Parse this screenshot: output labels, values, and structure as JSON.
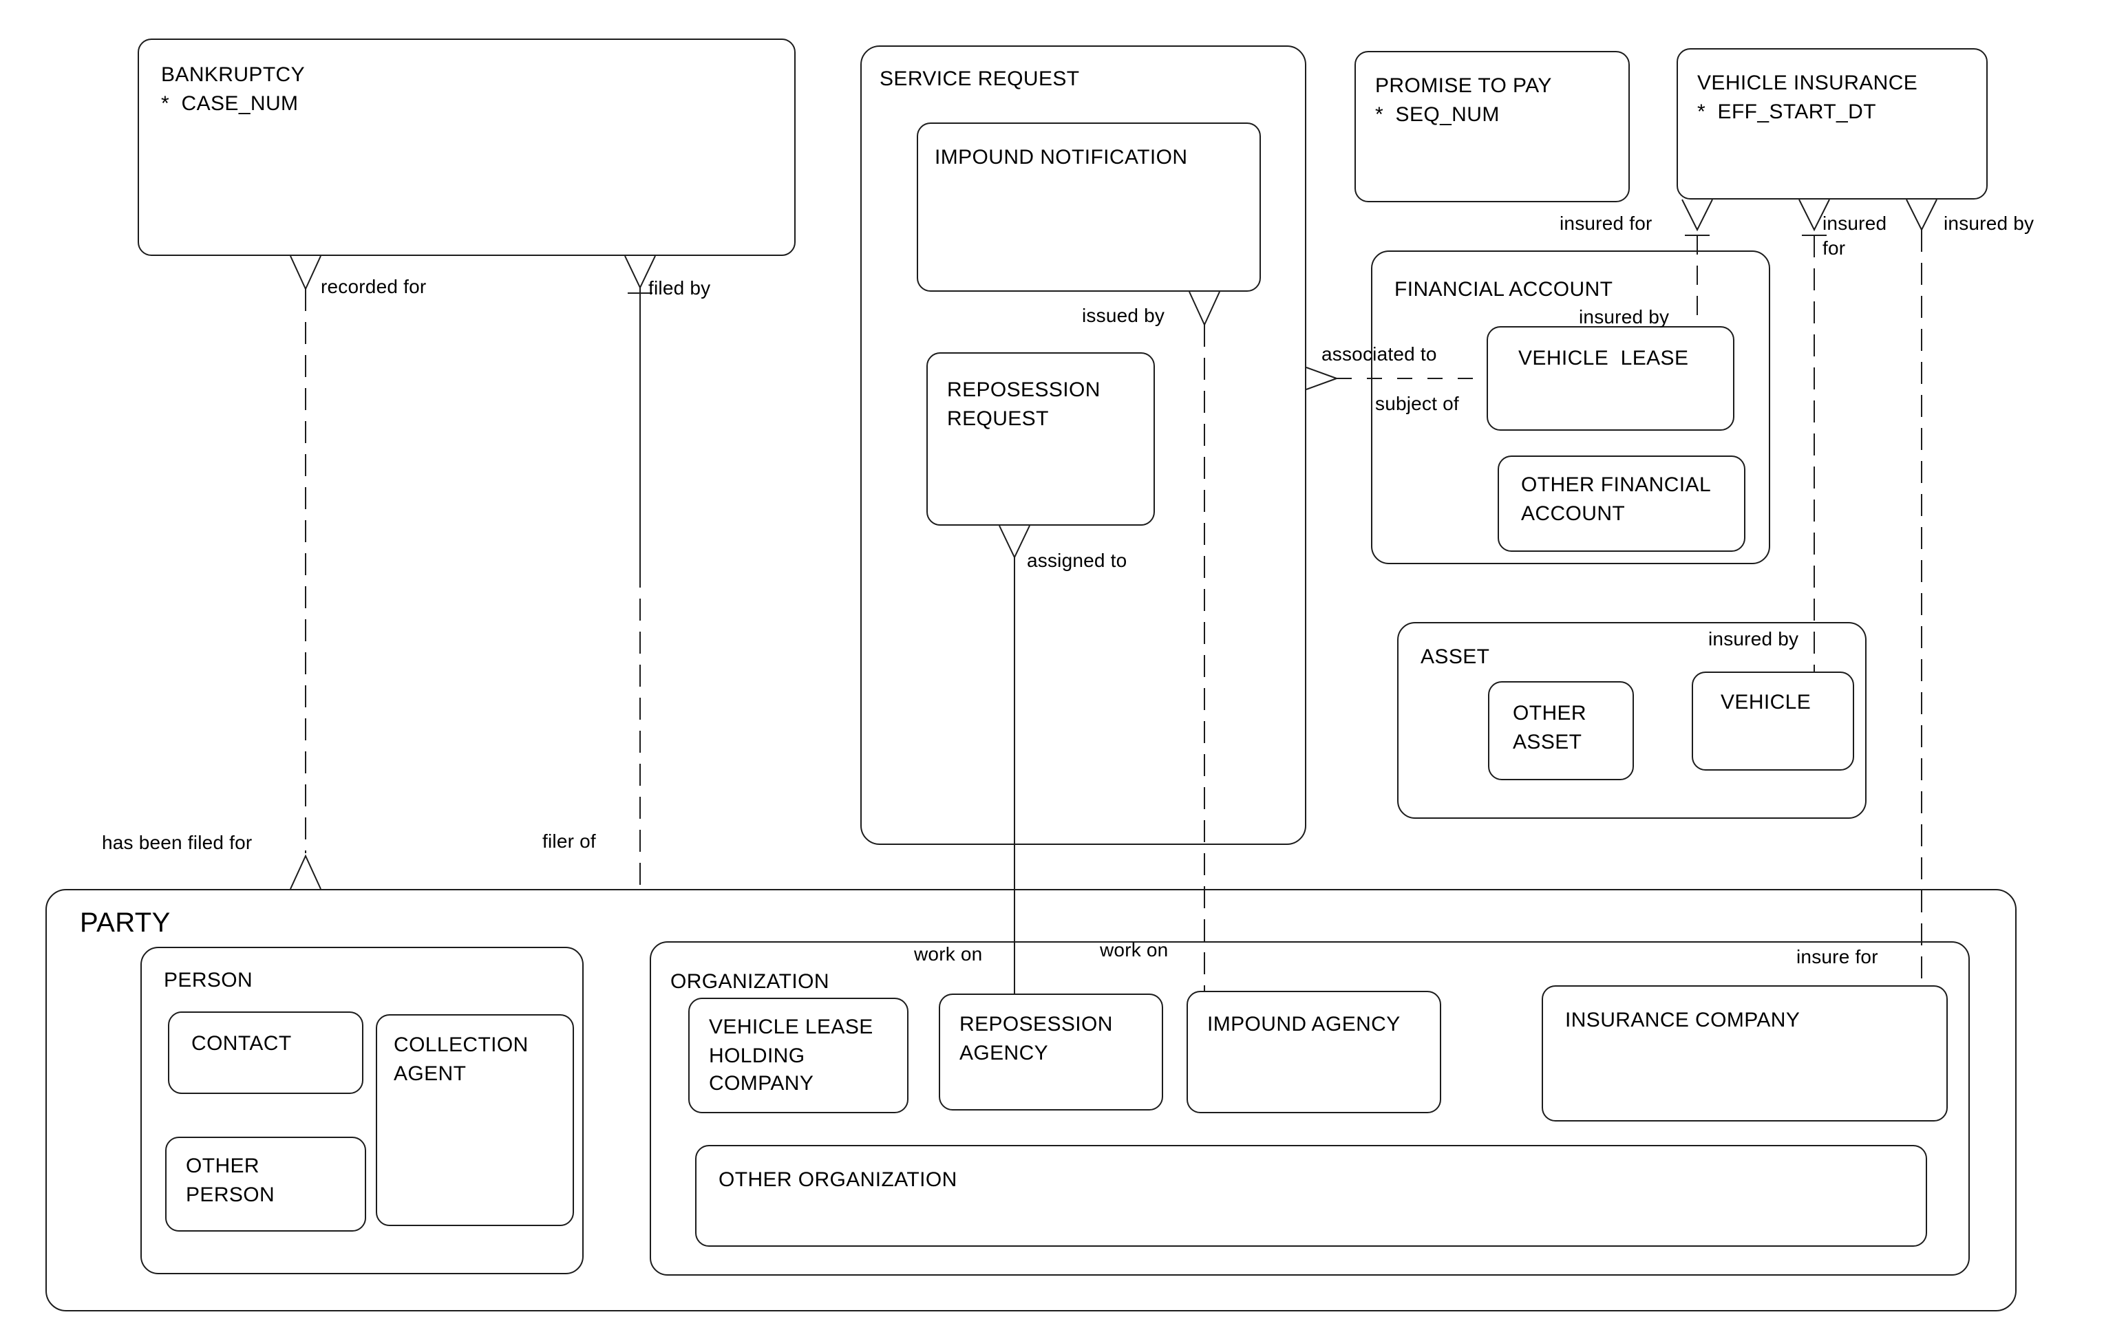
{
  "entities": {
    "bankruptcy": {
      "label": "BANKRUPTCY",
      "attribute": "*  CASE_NUM"
    },
    "service_request": {
      "label": "SERVICE REQUEST"
    },
    "impound_notification": {
      "label": "IMPOUND NOTIFICATION"
    },
    "reposession_request": {
      "label": "REPOSESSION\nREQUEST"
    },
    "promise_to_pay": {
      "label": "PROMISE TO PAY",
      "attribute": "*  SEQ_NUM"
    },
    "vehicle_insurance": {
      "label": "VEHICLE INSURANCE",
      "attribute": "*  EFF_START_DT"
    },
    "financial_account": {
      "label": "FINANCIAL ACCOUNT"
    },
    "vehicle_lease": {
      "label": "VEHICLE  LEASE"
    },
    "other_financial_account": {
      "label": "OTHER FINANCIAL\nACCOUNT"
    },
    "asset": {
      "label": "ASSET"
    },
    "other_asset": {
      "label": "OTHER\nASSET"
    },
    "vehicle": {
      "label": "VEHICLE"
    },
    "party": {
      "label": "PARTY"
    },
    "person": {
      "label": "PERSON"
    },
    "contact": {
      "label": "CONTACT"
    },
    "collection_agent": {
      "label": "COLLECTION\nAGENT"
    },
    "other_person": {
      "label": "OTHER\nPERSON"
    },
    "organization": {
      "label": "ORGANIZATION"
    },
    "vehicle_lease_holding_company": {
      "label": "VEHICLE LEASE\nHOLDING\nCOMPANY"
    },
    "reposession_agency": {
      "label": "REPOSESSION\nAGENCY"
    },
    "impound_agency": {
      "label": "IMPOUND AGENCY"
    },
    "insurance_company": {
      "label": "INSURANCE COMPANY"
    },
    "other_organization": {
      "label": "OTHER ORGANIZATION"
    }
  },
  "rels": {
    "recorded_for": "recorded for",
    "filed_by": "filed by",
    "has_been_filed_for": "has been filed for",
    "filer_of": "filer of",
    "issued_by": "issued by",
    "assigned_to": "assigned to",
    "work_on_left": "work on",
    "work_on_right": "work on",
    "associated_to": "associated to",
    "subject_of": "subject of",
    "insured_for_lease": "insured for",
    "insured_by_lease": "insured by",
    "insured_for_vehicle": "insured\nfor",
    "insured_by_company": "insured by",
    "insured_by_asset": "insured by",
    "insure_for": "insure for"
  },
  "colors": {
    "background": "#ffffff",
    "line": "#1c1c1c",
    "text": "#000000"
  }
}
